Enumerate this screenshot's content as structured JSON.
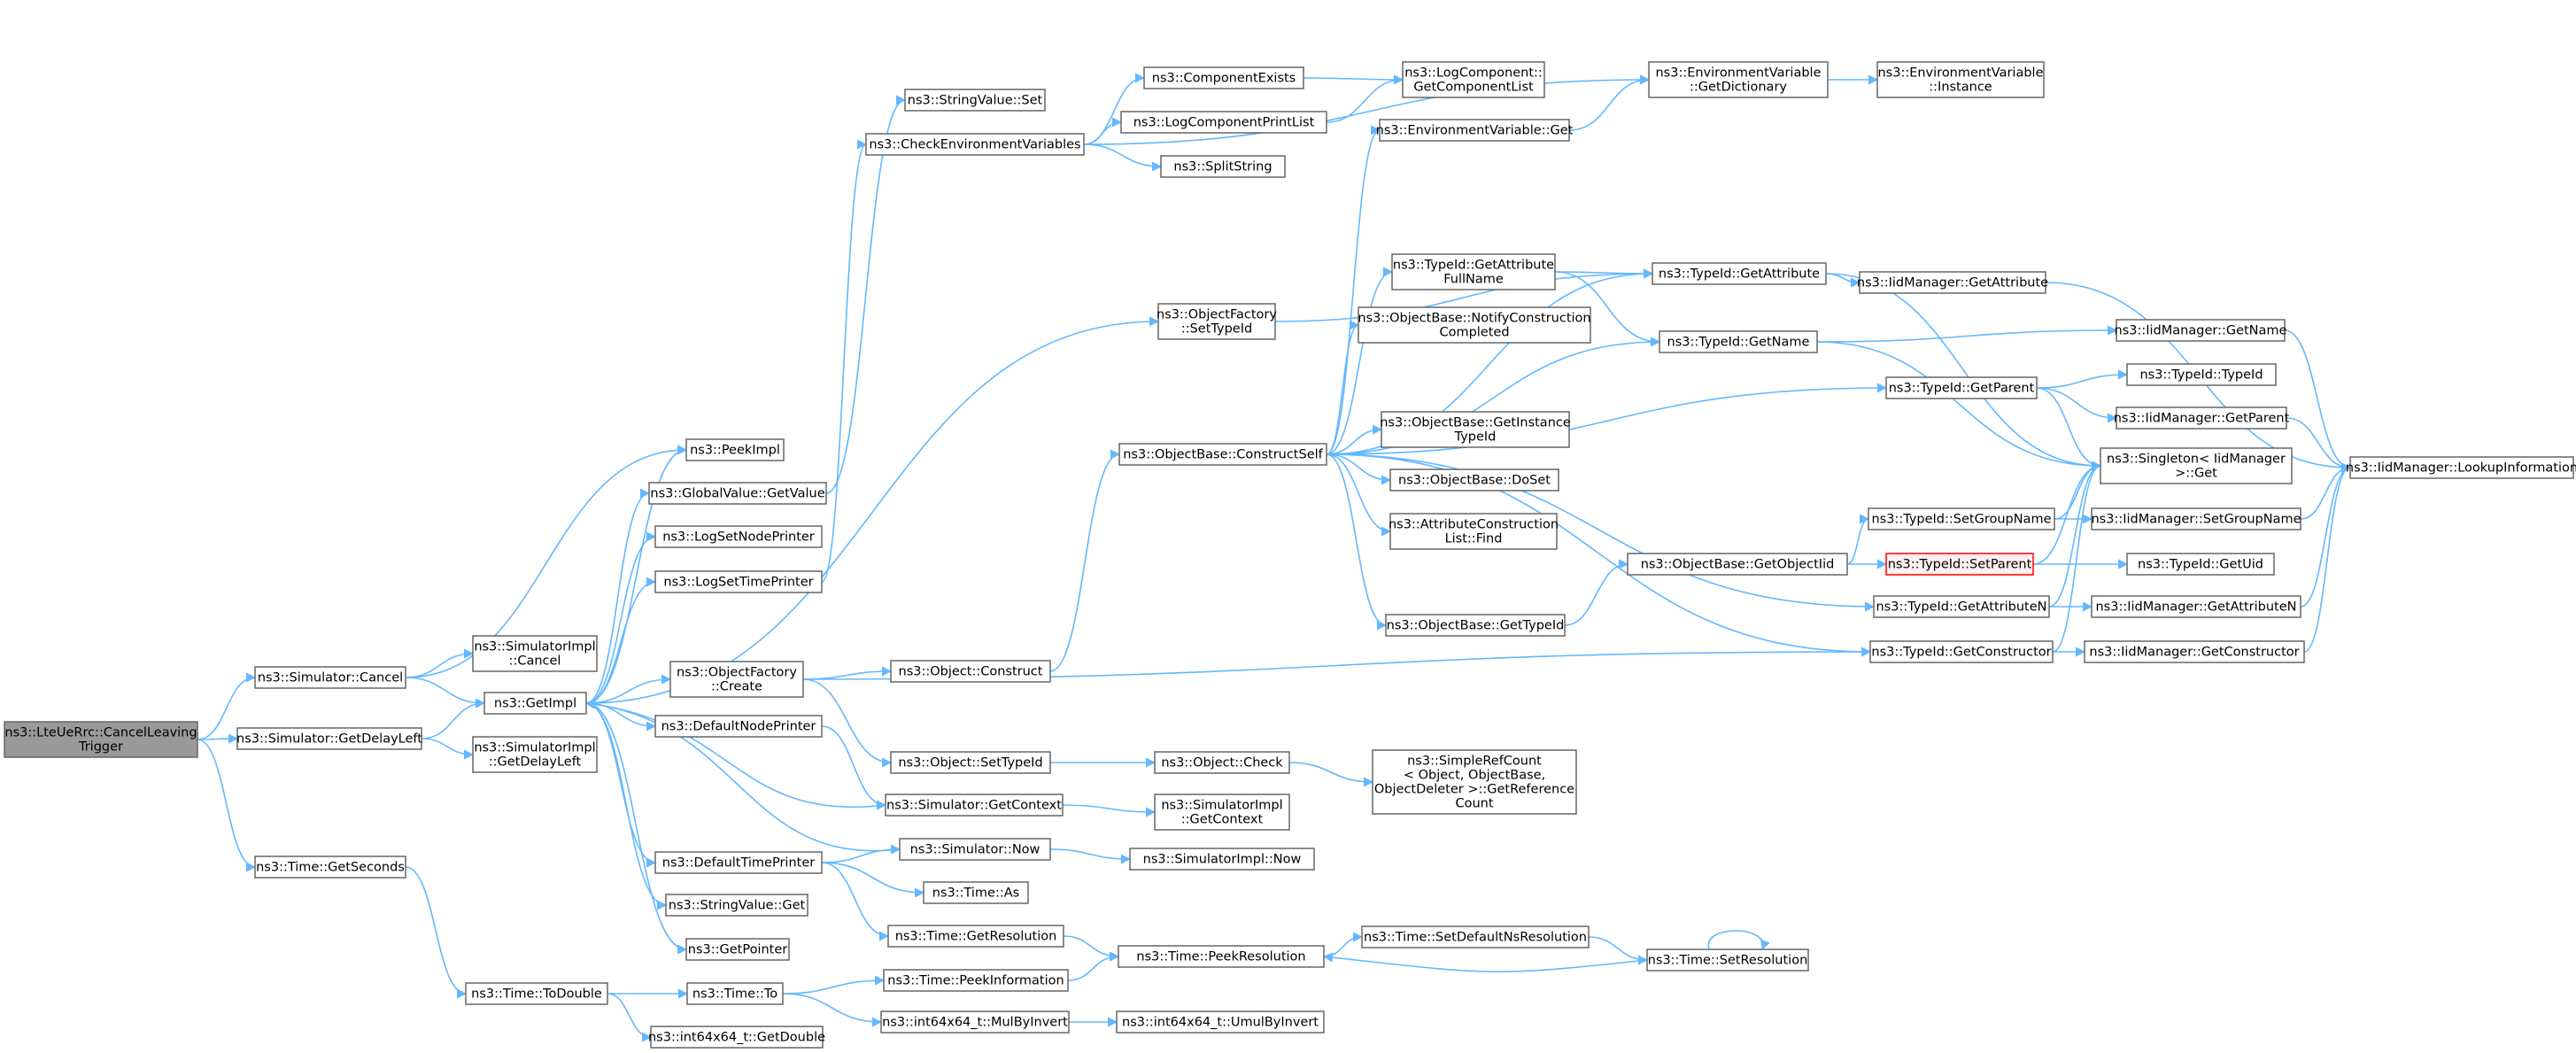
{
  "graph": {
    "edge_color": "#63b8ff",
    "node_border_color": "#666666",
    "root_fill_color": "#999999",
    "highlight_border_color": "#ff0000",
    "nodes": [
      {
        "id": "root",
        "label": "ns3::LteUeRrc::CancelLeaving\nTrigger",
        "style": "root"
      },
      {
        "id": "sim_cancel",
        "label": "ns3::Simulator::Cancel"
      },
      {
        "id": "sim_delay",
        "label": "ns3::Simulator::GetDelayLeft"
      },
      {
        "id": "time_sec",
        "label": "ns3::Time::GetSeconds"
      },
      {
        "id": "peekimpl",
        "label": "ns3::PeekImpl"
      },
      {
        "id": "simimpl_cancel",
        "label": "ns3::SimulatorImpl\n::Cancel"
      },
      {
        "id": "getimpl",
        "label": "ns3::GetImpl"
      },
      {
        "id": "simimpl_delay",
        "label": "ns3::SimulatorImpl\n::GetDelayLeft"
      },
      {
        "id": "time_todouble",
        "label": "ns3::Time::ToDouble"
      },
      {
        "id": "gv_getvalue",
        "label": "ns3::GlobalValue::GetValue"
      },
      {
        "id": "logsetnode",
        "label": "ns3::LogSetNodePrinter"
      },
      {
        "id": "logsettime",
        "label": "ns3::LogSetTimePrinter"
      },
      {
        "id": "objfac_create",
        "label": "ns3::ObjectFactory\n::Create"
      },
      {
        "id": "defnode",
        "label": "ns3::DefaultNodePrinter"
      },
      {
        "id": "deftime",
        "label": "ns3::DefaultTimePrinter"
      },
      {
        "id": "sv_get",
        "label": "ns3::StringValue::Get"
      },
      {
        "id": "getpointer",
        "label": "ns3::GetPointer"
      },
      {
        "id": "time_to",
        "label": "ns3::Time::To"
      },
      {
        "id": "i64_getdouble",
        "label": "ns3::int64x64_t::GetDouble"
      },
      {
        "id": "sv_set",
        "label": "ns3::StringValue::Set"
      },
      {
        "id": "checkenv",
        "label": "ns3::CheckEnvironmentVariables"
      },
      {
        "id": "objfac_settype",
        "label": "ns3::ObjectFactory\n::SetTypeId"
      },
      {
        "id": "obj_construct",
        "label": "ns3::Object::Construct"
      },
      {
        "id": "obj_settype",
        "label": "ns3::Object::SetTypeId"
      },
      {
        "id": "sim_getctx",
        "label": "ns3::Simulator::GetContext"
      },
      {
        "id": "sim_now",
        "label": "ns3::Simulator::Now"
      },
      {
        "id": "time_as",
        "label": "ns3::Time::As"
      },
      {
        "id": "time_getres",
        "label": "ns3::Time::GetResolution"
      },
      {
        "id": "time_peekinfo",
        "label": "ns3::Time::PeekInformation"
      },
      {
        "id": "i64_mulbyinv",
        "label": "ns3::int64x64_t::MulByInvert"
      },
      {
        "id": "comp_exists",
        "label": "ns3::ComponentExists"
      },
      {
        "id": "logcompprint",
        "label": "ns3::LogComponentPrintList"
      },
      {
        "id": "splitstring",
        "label": "ns3::SplitString"
      },
      {
        "id": "ob_constructself",
        "label": "ns3::ObjectBase::ConstructSelf"
      },
      {
        "id": "obj_check",
        "label": "ns3::Object::Check"
      },
      {
        "id": "simimpl_getctx",
        "label": "ns3::SimulatorImpl\n::GetContext"
      },
      {
        "id": "simimpl_now",
        "label": "ns3::SimulatorImpl::Now"
      },
      {
        "id": "time_peekres",
        "label": "ns3::Time::PeekResolution"
      },
      {
        "id": "i64_umulbyinv",
        "label": "ns3::int64x64_t::UmulByInvert"
      },
      {
        "id": "logcomp_getlist",
        "label": "ns3::LogComponent::\nGetComponentList"
      },
      {
        "id": "envvar_get",
        "label": "ns3::EnvironmentVariable::Get"
      },
      {
        "id": "tid_getattrfull",
        "label": "ns3::TypeId::GetAttribute\nFullName"
      },
      {
        "id": "ob_notify",
        "label": "ns3::ObjectBase::NotifyConstruction\nCompleted"
      },
      {
        "id": "ob_getinst",
        "label": "ns3::ObjectBase::GetInstance\nTypeId"
      },
      {
        "id": "ob_doset",
        "label": "ns3::ObjectBase::DoSet"
      },
      {
        "id": "acl_find",
        "label": "ns3::AttributeConstruction\nList::Find"
      },
      {
        "id": "ob_gettypeid",
        "label": "ns3::ObjectBase::GetTypeId"
      },
      {
        "id": "src_getref",
        "label": "ns3::SimpleRefCount\n< Object, ObjectBase,\nObjectDeleter >::GetReference\nCount"
      },
      {
        "id": "time_setdefres",
        "label": "ns3::Time::SetDefaultNsResolution"
      },
      {
        "id": "envvar_getdict",
        "label": "ns3::EnvironmentVariable\n::GetDictionary"
      },
      {
        "id": "tid_getattr",
        "label": "ns3::TypeId::GetAttribute"
      },
      {
        "id": "tid_getname",
        "label": "ns3::TypeId::GetName"
      },
      {
        "id": "ob_getobjtid",
        "label": "ns3::ObjectBase::GetObjectIid"
      },
      {
        "id": "time_setres",
        "label": "ns3::Time::SetResolution"
      },
      {
        "id": "envvar_inst",
        "label": "ns3::EnvironmentVariable\n::Instance"
      },
      {
        "id": "iid_getattr",
        "label": "ns3::IidManager::GetAttribute"
      },
      {
        "id": "tid_getparent",
        "label": "ns3::TypeId::GetParent"
      },
      {
        "id": "tid_setgroup",
        "label": "ns3::TypeId::SetGroupName"
      },
      {
        "id": "tid_setparent",
        "label": "ns3::TypeId::SetParent",
        "style": "red"
      },
      {
        "id": "tid_getattrn",
        "label": "ns3::TypeId::GetAttributeN"
      },
      {
        "id": "tid_getctor",
        "label": "ns3::TypeId::GetConstructor"
      },
      {
        "id": "iid_getname",
        "label": "ns3::IidManager::GetName"
      },
      {
        "id": "tid_typeid",
        "label": "ns3::TypeId::TypeId"
      },
      {
        "id": "iid_getparent",
        "label": "ns3::IidManager::GetParent"
      },
      {
        "id": "singleton_get",
        "label": "ns3::Singleton< IidManager\n>::Get"
      },
      {
        "id": "iid_setgroup",
        "label": "ns3::IidManager::SetGroupName"
      },
      {
        "id": "tid_getuid",
        "label": "ns3::TypeId::GetUid"
      },
      {
        "id": "iid_getattrn",
        "label": "ns3::IidManager::GetAttributeN"
      },
      {
        "id": "iid_getctor",
        "label": "ns3::IidManager::GetConstructor"
      },
      {
        "id": "iid_lookup",
        "label": "ns3::IidManager::LookupInformation"
      }
    ],
    "edges": [
      [
        "root",
        "sim_cancel"
      ],
      [
        "root",
        "sim_delay"
      ],
      [
        "root",
        "time_sec"
      ],
      [
        "sim_cancel",
        "peekimpl"
      ],
      [
        "sim_cancel",
        "simimpl_cancel"
      ],
      [
        "sim_cancel",
        "getimpl"
      ],
      [
        "sim_delay",
        "getimpl"
      ],
      [
        "sim_delay",
        "simimpl_delay"
      ],
      [
        "time_sec",
        "time_todouble"
      ],
      [
        "getimpl",
        "peekimpl"
      ],
      [
        "getimpl",
        "gv_getvalue"
      ],
      [
        "getimpl",
        "logsetnode"
      ],
      [
        "getimpl",
        "logsettime"
      ],
      [
        "getimpl",
        "objfac_create"
      ],
      [
        "getimpl",
        "defnode"
      ],
      [
        "getimpl",
        "deftime"
      ],
      [
        "getimpl",
        "sv_get"
      ],
      [
        "getimpl",
        "getpointer"
      ],
      [
        "getimpl",
        "objfac_settype"
      ],
      [
        "gv_getvalue",
        "sv_set"
      ],
      [
        "logsettime",
        "checkenv"
      ],
      [
        "objfac_create",
        "obj_construct"
      ],
      [
        "objfac_create",
        "obj_settype"
      ],
      [
        "objfac_create",
        "tid_getctor"
      ],
      [
        "defnode",
        "sim_getctx"
      ],
      [
        "deftime",
        "sim_now"
      ],
      [
        "deftime",
        "time_as"
      ],
      [
        "deftime",
        "time_getres"
      ],
      [
        "sim_getctx",
        "getimpl"
      ],
      [
        "sim_getctx",
        "simimpl_getctx"
      ],
      [
        "sim_now",
        "getimpl"
      ],
      [
        "sim_now",
        "simimpl_now"
      ],
      [
        "time_todouble",
        "time_to"
      ],
      [
        "time_todouble",
        "i64_getdouble"
      ],
      [
        "time_to",
        "time_peekinfo"
      ],
      [
        "time_to",
        "i64_mulbyinv"
      ],
      [
        "i64_mulbyinv",
        "i64_umulbyinv"
      ],
      [
        "time_getres",
        "time_peekres"
      ],
      [
        "time_peekinfo",
        "time_peekres"
      ],
      [
        "time_peekres",
        "time_setdefres"
      ],
      [
        "time_setdefres",
        "time_setres"
      ],
      [
        "time_setres",
        "time_setres"
      ],
      [
        "time_setres",
        "time_peekres"
      ],
      [
        "checkenv",
        "comp_exists"
      ],
      [
        "checkenv",
        "logcompprint"
      ],
      [
        "checkenv",
        "splitstring"
      ],
      [
        "checkenv",
        "envvar_getdict"
      ],
      [
        "comp_exists",
        "logcomp_getlist"
      ],
      [
        "logcompprint",
        "logcomp_getlist"
      ],
      [
        "envvar_getdict",
        "envvar_inst"
      ],
      [
        "envvar_get",
        "envvar_getdict"
      ],
      [
        "obj_construct",
        "ob_constructself"
      ],
      [
        "obj_settype",
        "obj_check"
      ],
      [
        "obj_check",
        "src_getref"
      ],
      [
        "objfac_settype",
        "tid_getattr"
      ],
      [
        "ob_constructself",
        "envvar_get"
      ],
      [
        "ob_constructself",
        "tid_getattrfull"
      ],
      [
        "ob_constructself",
        "tid_getattr"
      ],
      [
        "ob_constructself",
        "ob_notify"
      ],
      [
        "ob_constructself",
        "tid_getname"
      ],
      [
        "ob_constructself",
        "tid_getparent"
      ],
      [
        "ob_constructself",
        "ob_getinst"
      ],
      [
        "ob_constructself",
        "ob_doset"
      ],
      [
        "ob_constructself",
        "acl_find"
      ],
      [
        "ob_constructself",
        "ob_gettypeid"
      ],
      [
        "ob_constructself",
        "tid_getattrn"
      ],
      [
        "ob_constructself",
        "tid_getctor"
      ],
      [
        "ob_gettypeid",
        "ob_getobjtid"
      ],
      [
        "ob_getobjtid",
        "tid_setgroup"
      ],
      [
        "ob_getobjtid",
        "tid_setparent"
      ],
      [
        "tid_getattrfull",
        "tid_getattr"
      ],
      [
        "tid_getattrfull",
        "tid_getname"
      ],
      [
        "tid_getattr",
        "iid_getattr"
      ],
      [
        "tid_getattr",
        "singleton_get"
      ],
      [
        "tid_getname",
        "iid_getname"
      ],
      [
        "tid_getname",
        "singleton_get"
      ],
      [
        "tid_getparent",
        "tid_typeid"
      ],
      [
        "tid_getparent",
        "iid_getparent"
      ],
      [
        "tid_getparent",
        "singleton_get"
      ],
      [
        "tid_setgroup",
        "singleton_get"
      ],
      [
        "tid_setgroup",
        "iid_setgroup"
      ],
      [
        "tid_setparent",
        "tid_getuid"
      ],
      [
        "tid_setparent",
        "singleton_get"
      ],
      [
        "tid_getattrn",
        "singleton_get"
      ],
      [
        "tid_getattrn",
        "iid_getattrn"
      ],
      [
        "tid_getctor",
        "singleton_get"
      ],
      [
        "tid_getctor",
        "iid_getctor"
      ],
      [
        "iid_getattr",
        "iid_lookup"
      ],
      [
        "iid_getname",
        "iid_lookup"
      ],
      [
        "iid_getparent",
        "iid_lookup"
      ],
      [
        "iid_setgroup",
        "iid_lookup"
      ],
      [
        "iid_getattrn",
        "iid_lookup"
      ],
      [
        "iid_getctor",
        "iid_lookup"
      ]
    ]
  }
}
